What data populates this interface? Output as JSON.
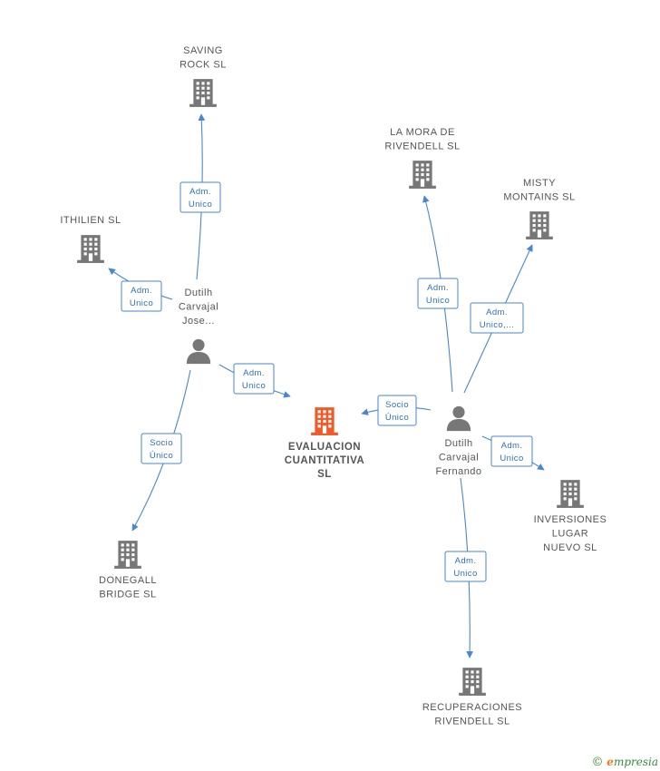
{
  "colors": {
    "edge": "#4a86d0",
    "company": "#777777",
    "center_company": "#f05a28",
    "person": "#777777"
  },
  "nodes": [
    {
      "id": "center",
      "type": "company",
      "center": true,
      "label": [
        "EVALUACION",
        "CUANTITATIVA",
        "SL"
      ]
    },
    {
      "id": "saving",
      "type": "company",
      "label": [
        "SAVING",
        "ROCK SL"
      ]
    },
    {
      "id": "ithilien",
      "type": "company",
      "label": [
        "ITHILIEN SL"
      ]
    },
    {
      "id": "donegall",
      "type": "company",
      "label": [
        "DONEGALL",
        "BRIDGE SL"
      ]
    },
    {
      "id": "lamora",
      "type": "company",
      "label": [
        "LA MORA DE",
        "RIVENDELL SL"
      ]
    },
    {
      "id": "misty",
      "type": "company",
      "label": [
        "MISTY",
        "MONTAINS SL"
      ]
    },
    {
      "id": "inversiones",
      "type": "company",
      "label": [
        "INVERSIONES",
        "LUGAR",
        "NUEVO SL"
      ]
    },
    {
      "id": "recuperaciones",
      "type": "company",
      "label": [
        "RECUPERACIONES",
        "RIVENDELL SL"
      ]
    },
    {
      "id": "jose",
      "type": "person",
      "label": [
        "Dutilh",
        "Carvajal",
        "Jose..."
      ]
    },
    {
      "id": "fernando",
      "type": "person",
      "label": [
        "Dutilh",
        "Carvajal",
        "Fernando"
      ]
    }
  ],
  "edges": [
    {
      "id": "jose-saving",
      "label": [
        "Adm.",
        "Unico"
      ]
    },
    {
      "id": "jose-ithilien",
      "label": [
        "Adm.",
        "Unico"
      ]
    },
    {
      "id": "jose-center",
      "label": [
        "Adm.",
        "Unico"
      ]
    },
    {
      "id": "jose-donegall",
      "label": [
        "Socio",
        "Único"
      ]
    },
    {
      "id": "fernando-lamora",
      "label": [
        "Adm.",
        "Unico"
      ]
    },
    {
      "id": "fernando-misty",
      "label": [
        "Adm.",
        "Unico,..."
      ]
    },
    {
      "id": "fernando-center",
      "label": [
        "Socio",
        "Único"
      ]
    },
    {
      "id": "fernando-inversiones",
      "label": [
        "Adm.",
        "Unico"
      ]
    },
    {
      "id": "fernando-recuperaciones",
      "label": [
        "Adm.",
        "Unico"
      ]
    }
  ],
  "footer": {
    "copyright": "©",
    "brand_initial": "e",
    "brand_rest": "mpresia"
  }
}
